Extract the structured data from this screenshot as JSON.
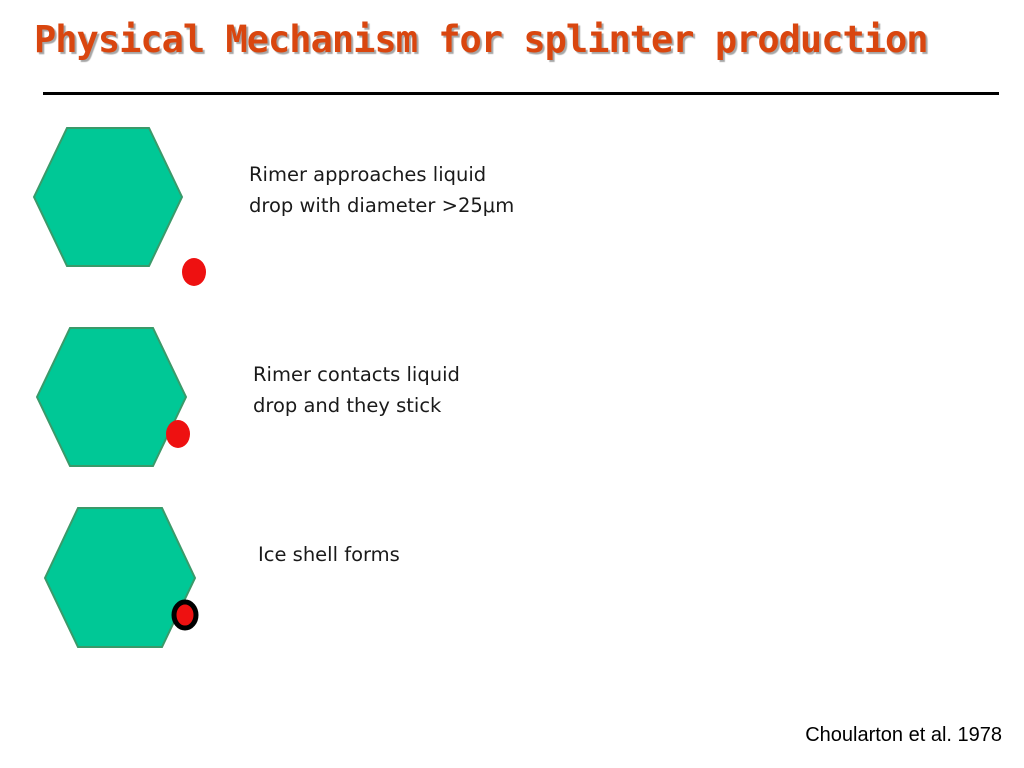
{
  "title": "Physical Mechanism for splinter production",
  "colors": {
    "title": "#d9460f",
    "hexagon_fill": "#00c896",
    "hexagon_stroke": "#3a9a6a",
    "drop": "#ee1111",
    "shell_outline": "#000000"
  },
  "steps": [
    {
      "line1": "Rimer approaches liquid",
      "line2": "drop with diameter >25μm",
      "drop_state": "approaching"
    },
    {
      "line1": "Rimer contacts liquid",
      "line2": "drop and they stick",
      "drop_state": "contact"
    },
    {
      "line1": "Ice shell forms",
      "line2": "",
      "drop_state": "ice-shell"
    }
  ],
  "citation": "Choularton et al. 1978"
}
